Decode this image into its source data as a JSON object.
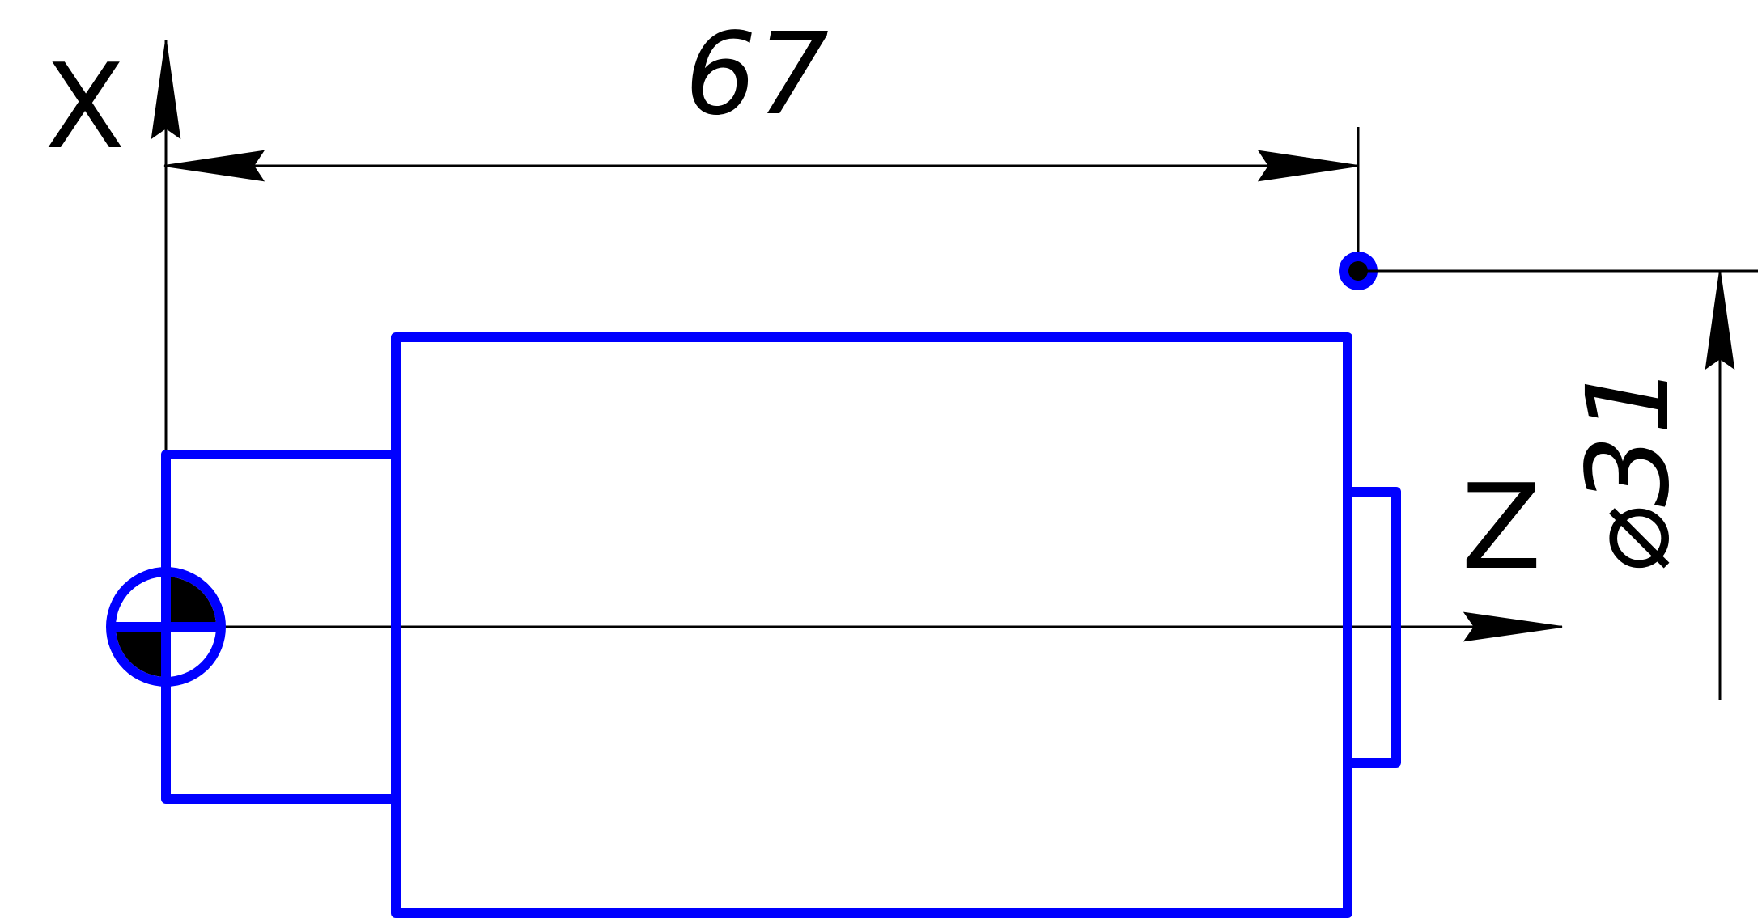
{
  "colors": {
    "part_outline": "#0000ff",
    "dimension_line": "#000000",
    "background": "#ffffff"
  },
  "axes": {
    "x_label": "X",
    "z_label": "Z"
  },
  "dimensions": {
    "length": "67",
    "diameter": "⌀31"
  },
  "icons": {
    "origin": "datum-origin-icon",
    "tool_point": "tool-point-icon"
  }
}
